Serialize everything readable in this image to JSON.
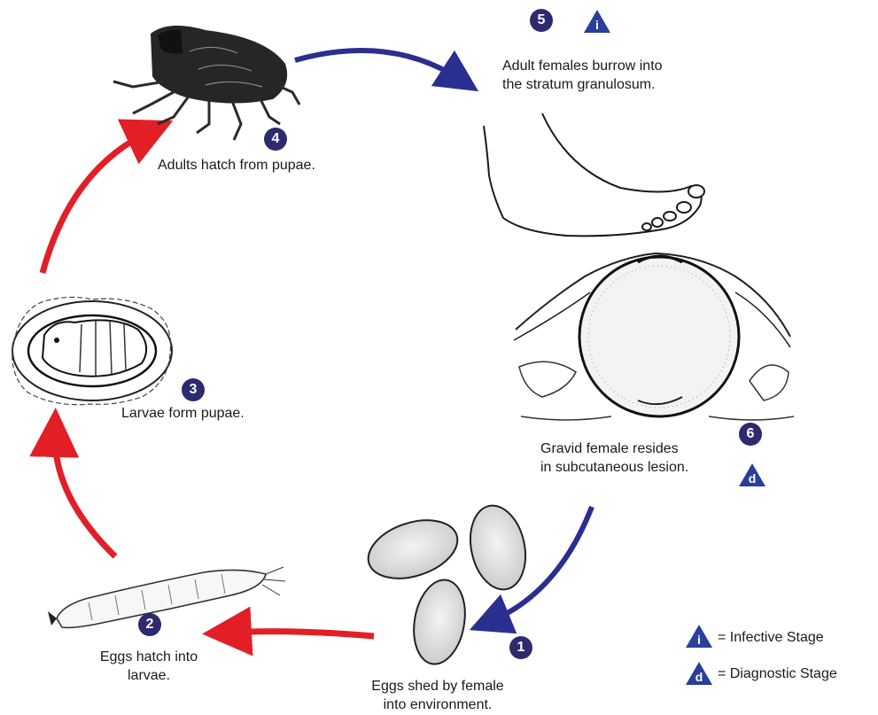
{
  "stages": [
    {
      "number": "1",
      "text_line1": "Eggs shed by female",
      "text_line2": "into environment."
    },
    {
      "number": "2",
      "text_line1": "Eggs hatch into",
      "text_line2": "larvae."
    },
    {
      "number": "3",
      "text_line1": "Larvae form pupae."
    },
    {
      "number": "4",
      "text_line1": "Adults hatch from pupae."
    },
    {
      "number": "5",
      "text_line1": "Adult females burrow into",
      "text_line2": "the stratum granulosum."
    },
    {
      "number": "6",
      "text_line1": "Gravid female resides",
      "text_line2": "in subcutaneous lesion."
    }
  ],
  "markers": {
    "infective": "i",
    "diagnostic": "d"
  },
  "legend": {
    "infective": {
      "symbol": "i",
      "label": "= Infective Stage"
    },
    "diagnostic": {
      "symbol": "d",
      "label": "= Diagnostic Stage"
    }
  },
  "colors": {
    "environment_arrow": "#e21f26",
    "host_arrow": "#2a2f8f",
    "badge": "#2d2a6e",
    "marker": "#2a3f9a"
  }
}
